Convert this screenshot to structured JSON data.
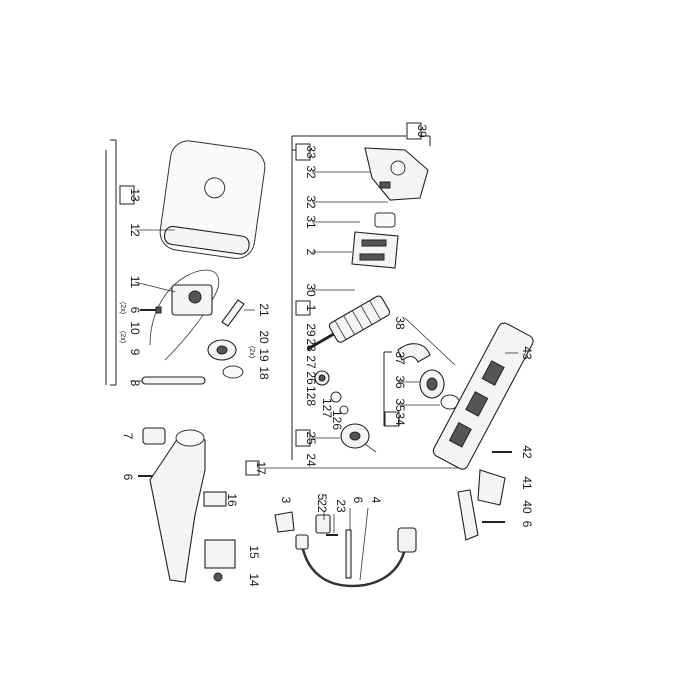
{
  "labels": {
    "l1": "1",
    "l2": "2",
    "l3": "3",
    "l4": "4",
    "l5": "5",
    "l6a": "6",
    "l6b": "6",
    "l6c": "6",
    "l7": "7",
    "l8": "8",
    "l9": "9",
    "l10": "10",
    "l11": "11",
    "l12": "12",
    "l13": "13",
    "l14": "14",
    "l15": "15",
    "l16": "16",
    "l17": "17",
    "l18": "18",
    "l19": "19",
    "l20": "20",
    "l21": "21",
    "l22": "22",
    "l23": "23",
    "l24": "24",
    "l25": "25",
    "l26": "26",
    "l27": "27",
    "l28": "28",
    "l29": "29",
    "l30": "30",
    "l31": "31",
    "l32a": "32",
    "l32b": "32",
    "l33": "33",
    "l34": "34",
    "l35": "35",
    "l36": "36",
    "l37": "37",
    "l38": "38",
    "l39": "39",
    "l40": "40",
    "l41": "41",
    "l42": "42",
    "l43": "43",
    "l126": "126",
    "l127": "127",
    "l128": "128",
    "n2x": "(2x)",
    "n2xb": "(2x)",
    "n2xc": "(2x)"
  },
  "colors": {
    "line": "#222222",
    "fill": "#f4f4f4",
    "background": "#ffffff"
  }
}
